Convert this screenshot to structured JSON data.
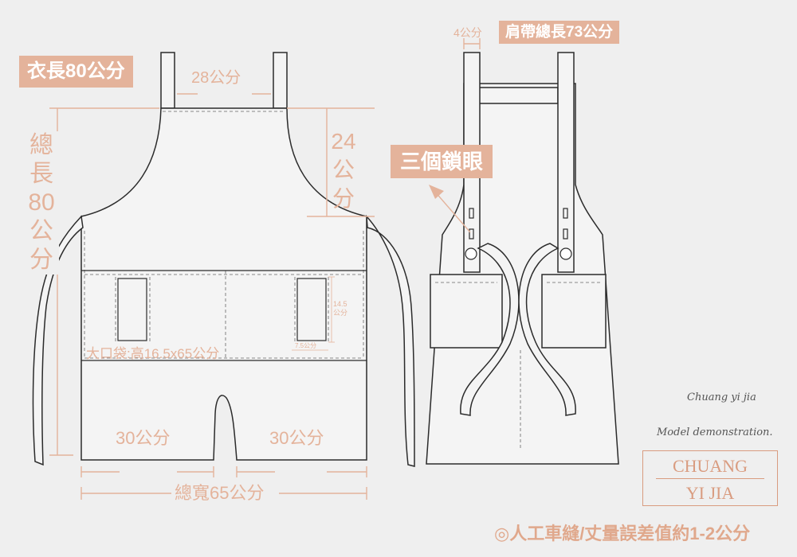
{
  "labels": {
    "total_length_tag": "衣長80公分",
    "top_width": "28公分",
    "bib_height_chars": [
      "24",
      "公",
      "分"
    ],
    "side_length_chars": [
      "總",
      "長",
      "80",
      "公",
      "分"
    ],
    "pocket_height": "14.5\n公分",
    "pocket_width": "7.5公分",
    "big_pocket": "大口袋:高16.5x65公分",
    "left_leg": "30公分",
    "right_leg": "30公分",
    "total_width": "總寬65公分",
    "strap_width": "4公分",
    "strap_length_tag": "肩帶總長73公分",
    "eyelets_tag": "三個鎖眼",
    "footer_note": "◎人工車縫/丈量誤差值約1-2公分"
  },
  "brand": {
    "script_line1": "Chuang yi jia",
    "script_line2": "Model demonstration.",
    "logo_top": "CHUANG",
    "logo_bottom": "YI JIA"
  },
  "colors": {
    "accent": "#e4b39b",
    "outline": "#2b2b2b",
    "background": "#efefef",
    "panel": "#f4f4f4"
  }
}
